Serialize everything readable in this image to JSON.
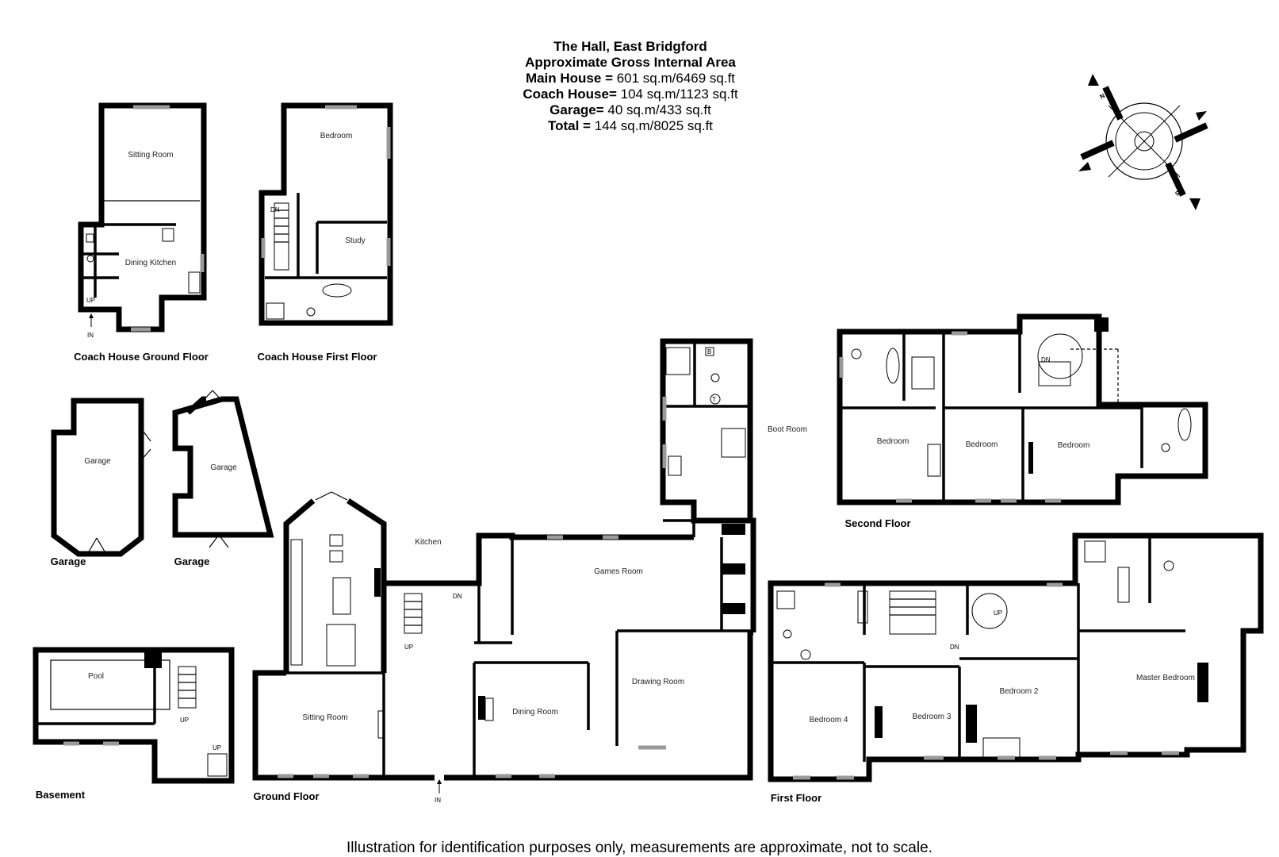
{
  "header": {
    "title": "The Hall, East Bridgford",
    "subtitle": "Approximate Gross Internal Area",
    "areas": [
      {
        "label": "Main House",
        "sep": " = ",
        "value": "601 sq.m/6469 sq.ft"
      },
      {
        "label": "Coach House",
        "sep": "= ",
        "value": "104 sq.m/1123 sq.ft"
      },
      {
        "label": "Garage",
        "sep": "= ",
        "value": "40 sq.m/433 sq.ft"
      },
      {
        "label": "Total",
        "sep": " = ",
        "value": "144 sq.m/8025 sq.ft"
      }
    ]
  },
  "compass": {
    "north": "N",
    "south": "S"
  },
  "floors": {
    "coach_ground": "Coach House Ground Floor",
    "coach_first": "Coach House First Floor",
    "garage_a": "Garage",
    "garage_b": "Garage",
    "basement": "Basement",
    "ground": "Ground Floor",
    "first": "First Floor",
    "second": "Second Floor"
  },
  "rooms": {
    "ch_sitting": "Sitting Room",
    "ch_dining_kitchen": "Dining Kitchen",
    "ch_bedroom": "Bedroom",
    "ch_study": "Study",
    "garage_a": "Garage",
    "garage_b": "Garage",
    "pool": "Pool",
    "kitchen": "Kitchen",
    "games_room": "Games Room",
    "boot_room": "Boot Room",
    "gf_sitting": "Sitting Room",
    "dining_room": "Dining Room",
    "drawing_room": "Drawing Room",
    "bedroom_4": "Bedroom 4",
    "bedroom_3": "Bedroom 3",
    "bedroom_2": "Bedroom 2",
    "master_bedroom": "Master Bedroom",
    "sf_bedroom_a": "Bedroom",
    "sf_bedroom_b": "Bedroom",
    "sf_bedroom_c": "Bedroom"
  },
  "marks": {
    "up": "UP",
    "dn": "DN",
    "in": "IN",
    "boiler": "B",
    "tank": "T"
  },
  "footer": {
    "disclaimer": "Illustration for identification purposes only, measurements are approximate, not to scale."
  }
}
